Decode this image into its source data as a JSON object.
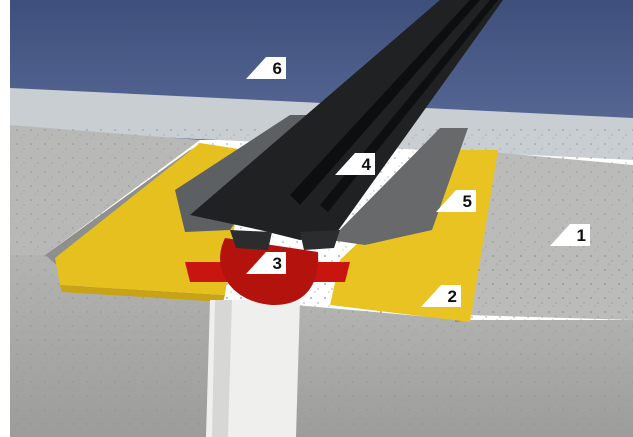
{
  "callouts": [
    {
      "id": "c1",
      "label": "1"
    },
    {
      "id": "c2",
      "label": "2"
    },
    {
      "id": "c3",
      "label": "3"
    },
    {
      "id": "c4",
      "label": "4"
    },
    {
      "id": "c5",
      "label": "5"
    },
    {
      "id": "c6",
      "label": "6"
    }
  ],
  "colors": {
    "background_panel": "#4a5a86",
    "slab_top": "#b9bab8",
    "slab_face": "#a8a9a7",
    "adhesive_yellow": "#e8c21e",
    "gray_band": "#5f6264",
    "black_profile": "#1d1f21",
    "red_seal": "#c6140f",
    "foam_filler": "#eeeeec",
    "callout_fill": "#ffffff"
  }
}
